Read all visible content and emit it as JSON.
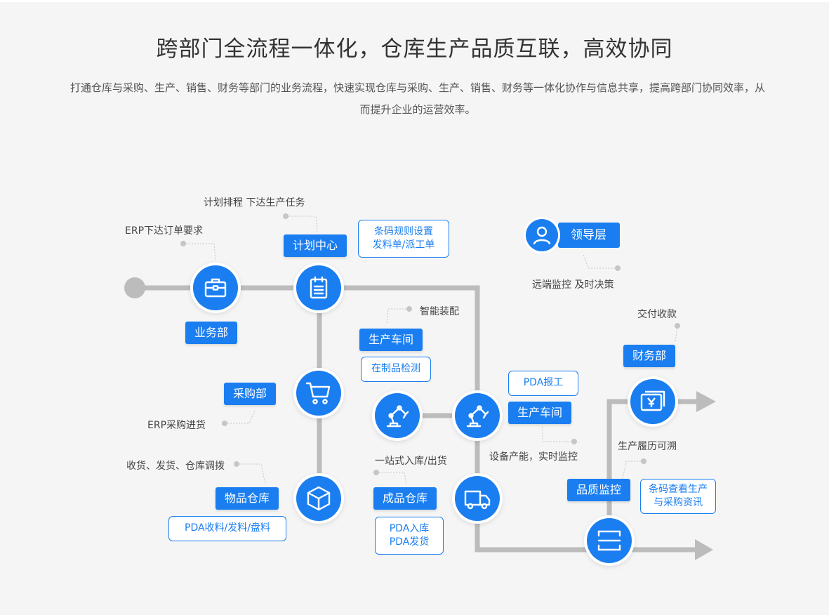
{
  "header": {
    "title": "跨部门全流程一体化，仓库生产品质互联，高效协同",
    "desc_line1": "打通仓库与采购、生产、销售、财务等部门的业务流程，快速实现仓库与采购、生产、销售、财务等一体化协作与信息共享，提高跨部门协同效率，从",
    "desc_line2": "而提升企业的运营效率。"
  },
  "labels": {
    "business": "业务部",
    "plan": "计划中心",
    "purchase": "采购部",
    "warehouse": "物品仓库",
    "workshop1": "生产车间",
    "workshop2": "生产车间",
    "finished": "成品仓库",
    "quality": "品质监控",
    "finance": "财务部",
    "leader": "领导层"
  },
  "outlined": {
    "barcode_rule": [
      "条码规则设置",
      "发料单/派工单"
    ],
    "wip_check": [
      "在制品检测"
    ],
    "pda_report": [
      "PDA报工"
    ],
    "pda_warehouse": [
      "PDA收料/发料/盘料"
    ],
    "pda_inout": [
      "PDA入库",
      "PDA发货"
    ],
    "barcode_query": [
      "条码查看生产",
      "与采购资讯"
    ]
  },
  "annotations": {
    "erp_order": "ERP下达订单要求",
    "plan_task": "计划排程 下达生产任务",
    "erp_purchase": "ERP采购进货",
    "receive": "收货、发货、仓库调拨",
    "assembly": "智能装配",
    "one_stop": "一站式入库/出货",
    "equipment": "设备产能，实时监控",
    "trace": "生产履历可溯",
    "delivery": "交付收款",
    "remote": "远端监控 及时决策"
  },
  "icons": {
    "business": "briefcase-icon",
    "plan": "clipboard-icon",
    "purchase": "shopping-cart-icon",
    "warehouse": "box-icon",
    "robot1": "robot-arm-icon",
    "robot2": "robot-arm-icon",
    "truck": "truck-icon",
    "scan": "scan-icon",
    "finance": "money-icon",
    "leader": "user-icon"
  },
  "colors": {
    "accent": "#1a7ef0",
    "line": "#bcbcbc",
    "background": "#f5f5f5"
  }
}
